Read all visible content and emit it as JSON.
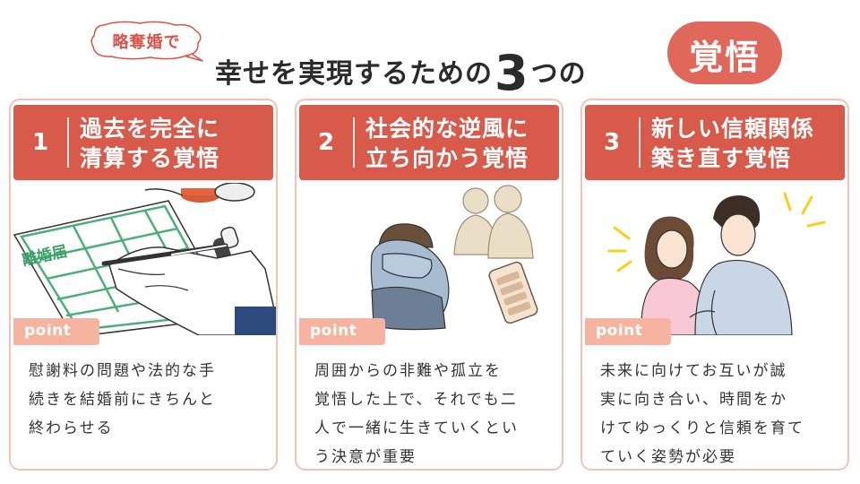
{
  "header": {
    "tag": "略奪婚で",
    "headline_pre": "幸せを実現するための",
    "headline_num": "3",
    "headline_post": "つの",
    "badge": "覚悟",
    "colors": {
      "accent": "#d75a4a",
      "badge": "#e0685a",
      "point": "#f6b39f",
      "border": "#f1c2b6"
    }
  },
  "cards": [
    {
      "number": "1",
      "title_lines": [
        "過去を完全に",
        "清算する覚悟"
      ],
      "illustration": "divorce-form-pen-icon",
      "illustration_text": "離婚届",
      "point_label": "point",
      "body_lines": [
        "慰謝料の問題や法的な手",
        "続きを結婚前にきちんと",
        "終わらせる"
      ]
    },
    {
      "number": "2",
      "title_lines": [
        "社会的な逆風に",
        "立ち向かう覚悟"
      ],
      "illustration": "distressed-person-gossip-icon",
      "point_label": "point",
      "body_lines": [
        "周囲からの非難や孤立を",
        "覚悟した上で、それでも二",
        "人で一緒に生きていくとい",
        "う決意が重要"
      ]
    },
    {
      "number": "3",
      "title_lines": [
        "新しい信頼関係",
        "築き直す覚悟"
      ],
      "illustration": "couple-smiling-icon",
      "point_label": "point",
      "body_lines": [
        "未来に向けてお互いが誠",
        "実に向き合い、時間をか",
        "けてゆっくりと信頼を育て",
        "ていく姿勢が必要"
      ]
    }
  ]
}
